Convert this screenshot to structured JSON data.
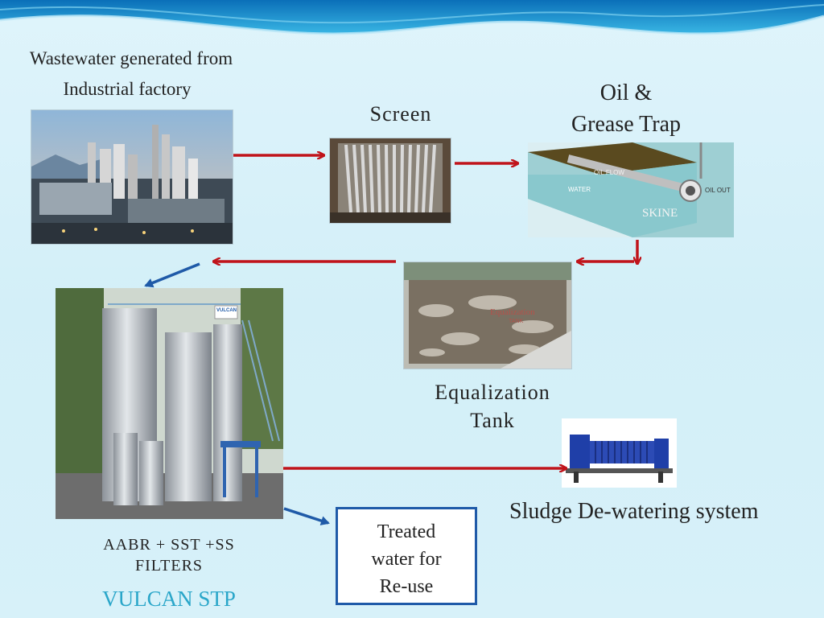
{
  "source": {
    "line1": "Wastewater generated from",
    "line2": "Industrial factory"
  },
  "steps": {
    "screen": "Screen",
    "oil_line1": "Oil &",
    "oil_line2": "Grease Trap",
    "equal_line1": "Equalization",
    "equal_line2": "Tank",
    "sludge": "Sludge De-watering system",
    "aabr_line1": "AABR + SST +SS",
    "aabr_line2": "FILTERS",
    "vulcan": "VULCAN STP"
  },
  "treated": {
    "line1": "Treated",
    "line2": "water for",
    "line3": "Re-use"
  },
  "photo_labels": {
    "oil_flow": "OIL FLOW",
    "water": "WATER",
    "oil_out": "OIL OUT",
    "skine": "SKINE",
    "equal_big": "Equalization",
    "equal_small": "TANK",
    "vulcan_sign": "VULCAN"
  },
  "colors": {
    "arrow_red": "#c0141b",
    "arrow_blue": "#1f5aa8",
    "vulcan_text": "#2aa6c9"
  }
}
